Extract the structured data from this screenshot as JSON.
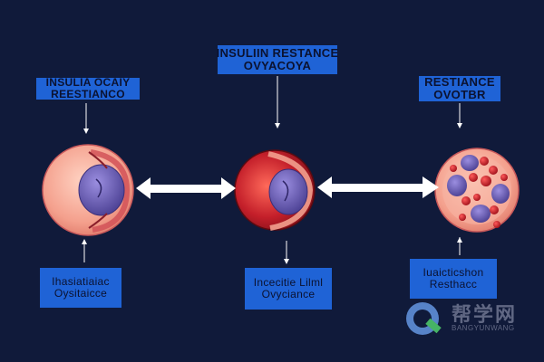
{
  "labels": {
    "top_left": [
      "INSULIA OCAIY",
      "REESTIANCO"
    ],
    "top_center": [
      "INSULIIN RESTANCE",
      "OVYACOYA"
    ],
    "top_right": [
      "RESTIANCE",
      "OVOTBR"
    ],
    "bottom_left": [
      "Ihasiatiaiac",
      "Oysitaicce"
    ],
    "bottom_center": [
      "Incecitie Lilml",
      "Ovyciance"
    ],
    "bottom_right": [
      "Iuaicticshon",
      "Resthacc"
    ]
  },
  "watermark": {
    "text": "帮学网",
    "sub": "BANGYUNWANG"
  },
  "colors": {
    "background": "#101a3a",
    "label_fill": "#1f63d6",
    "label_text": "#0b1230",
    "cell_outer": "#f2a08e",
    "cell_inner_red": "#c41f2a",
    "nucleus": "#6a5fb0",
    "arrow": "#ffffff"
  }
}
